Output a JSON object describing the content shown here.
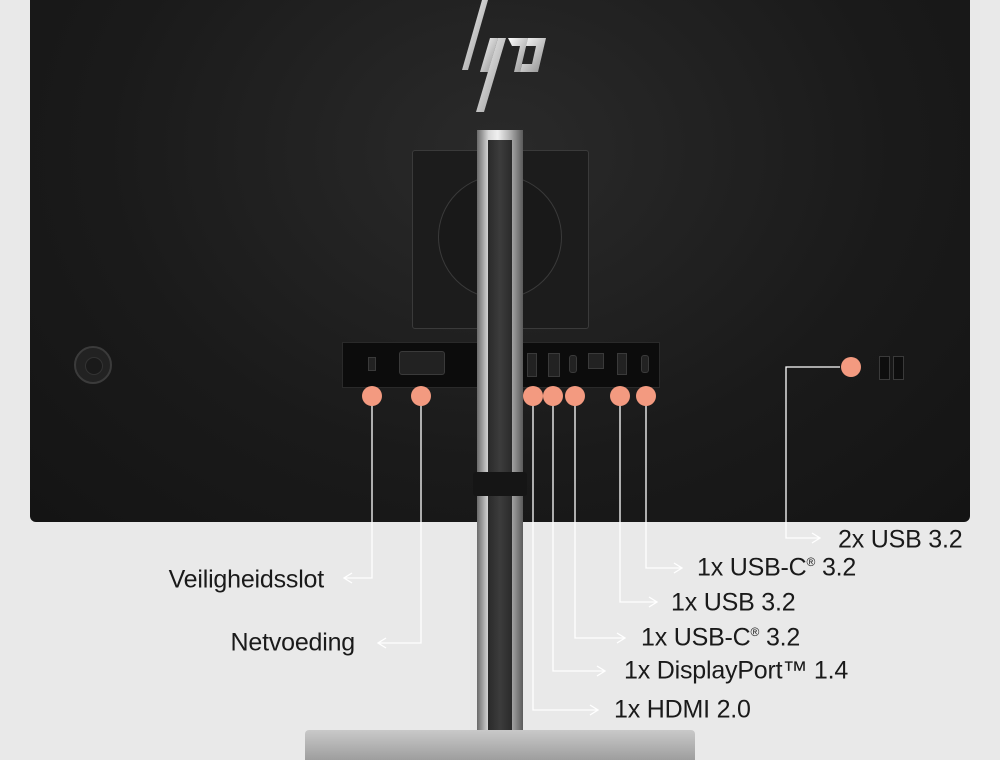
{
  "brand": "hp",
  "colors": {
    "background": "#e9e9e9",
    "monitor": "#1a1a1a",
    "marker": "#f39a80",
    "line": "#ffffff",
    "text": "#1a1a1a"
  },
  "labels": {
    "veiligheidsslot": "Veiligheidsslot",
    "netvoeding": "Netvoeding",
    "hdmi": "1x HDMI 2.0",
    "displayport": "1x DisplayPort™ 1.4",
    "usbc_a": {
      "pre": "1x USB-C",
      "sup": "®",
      "post": " 3.2"
    },
    "usb": "1x USB 3.2",
    "usbc_b": {
      "pre": "1x USB-C",
      "sup": "®",
      "post": " 3.2"
    },
    "usb_side": "2x USB 3.2"
  }
}
